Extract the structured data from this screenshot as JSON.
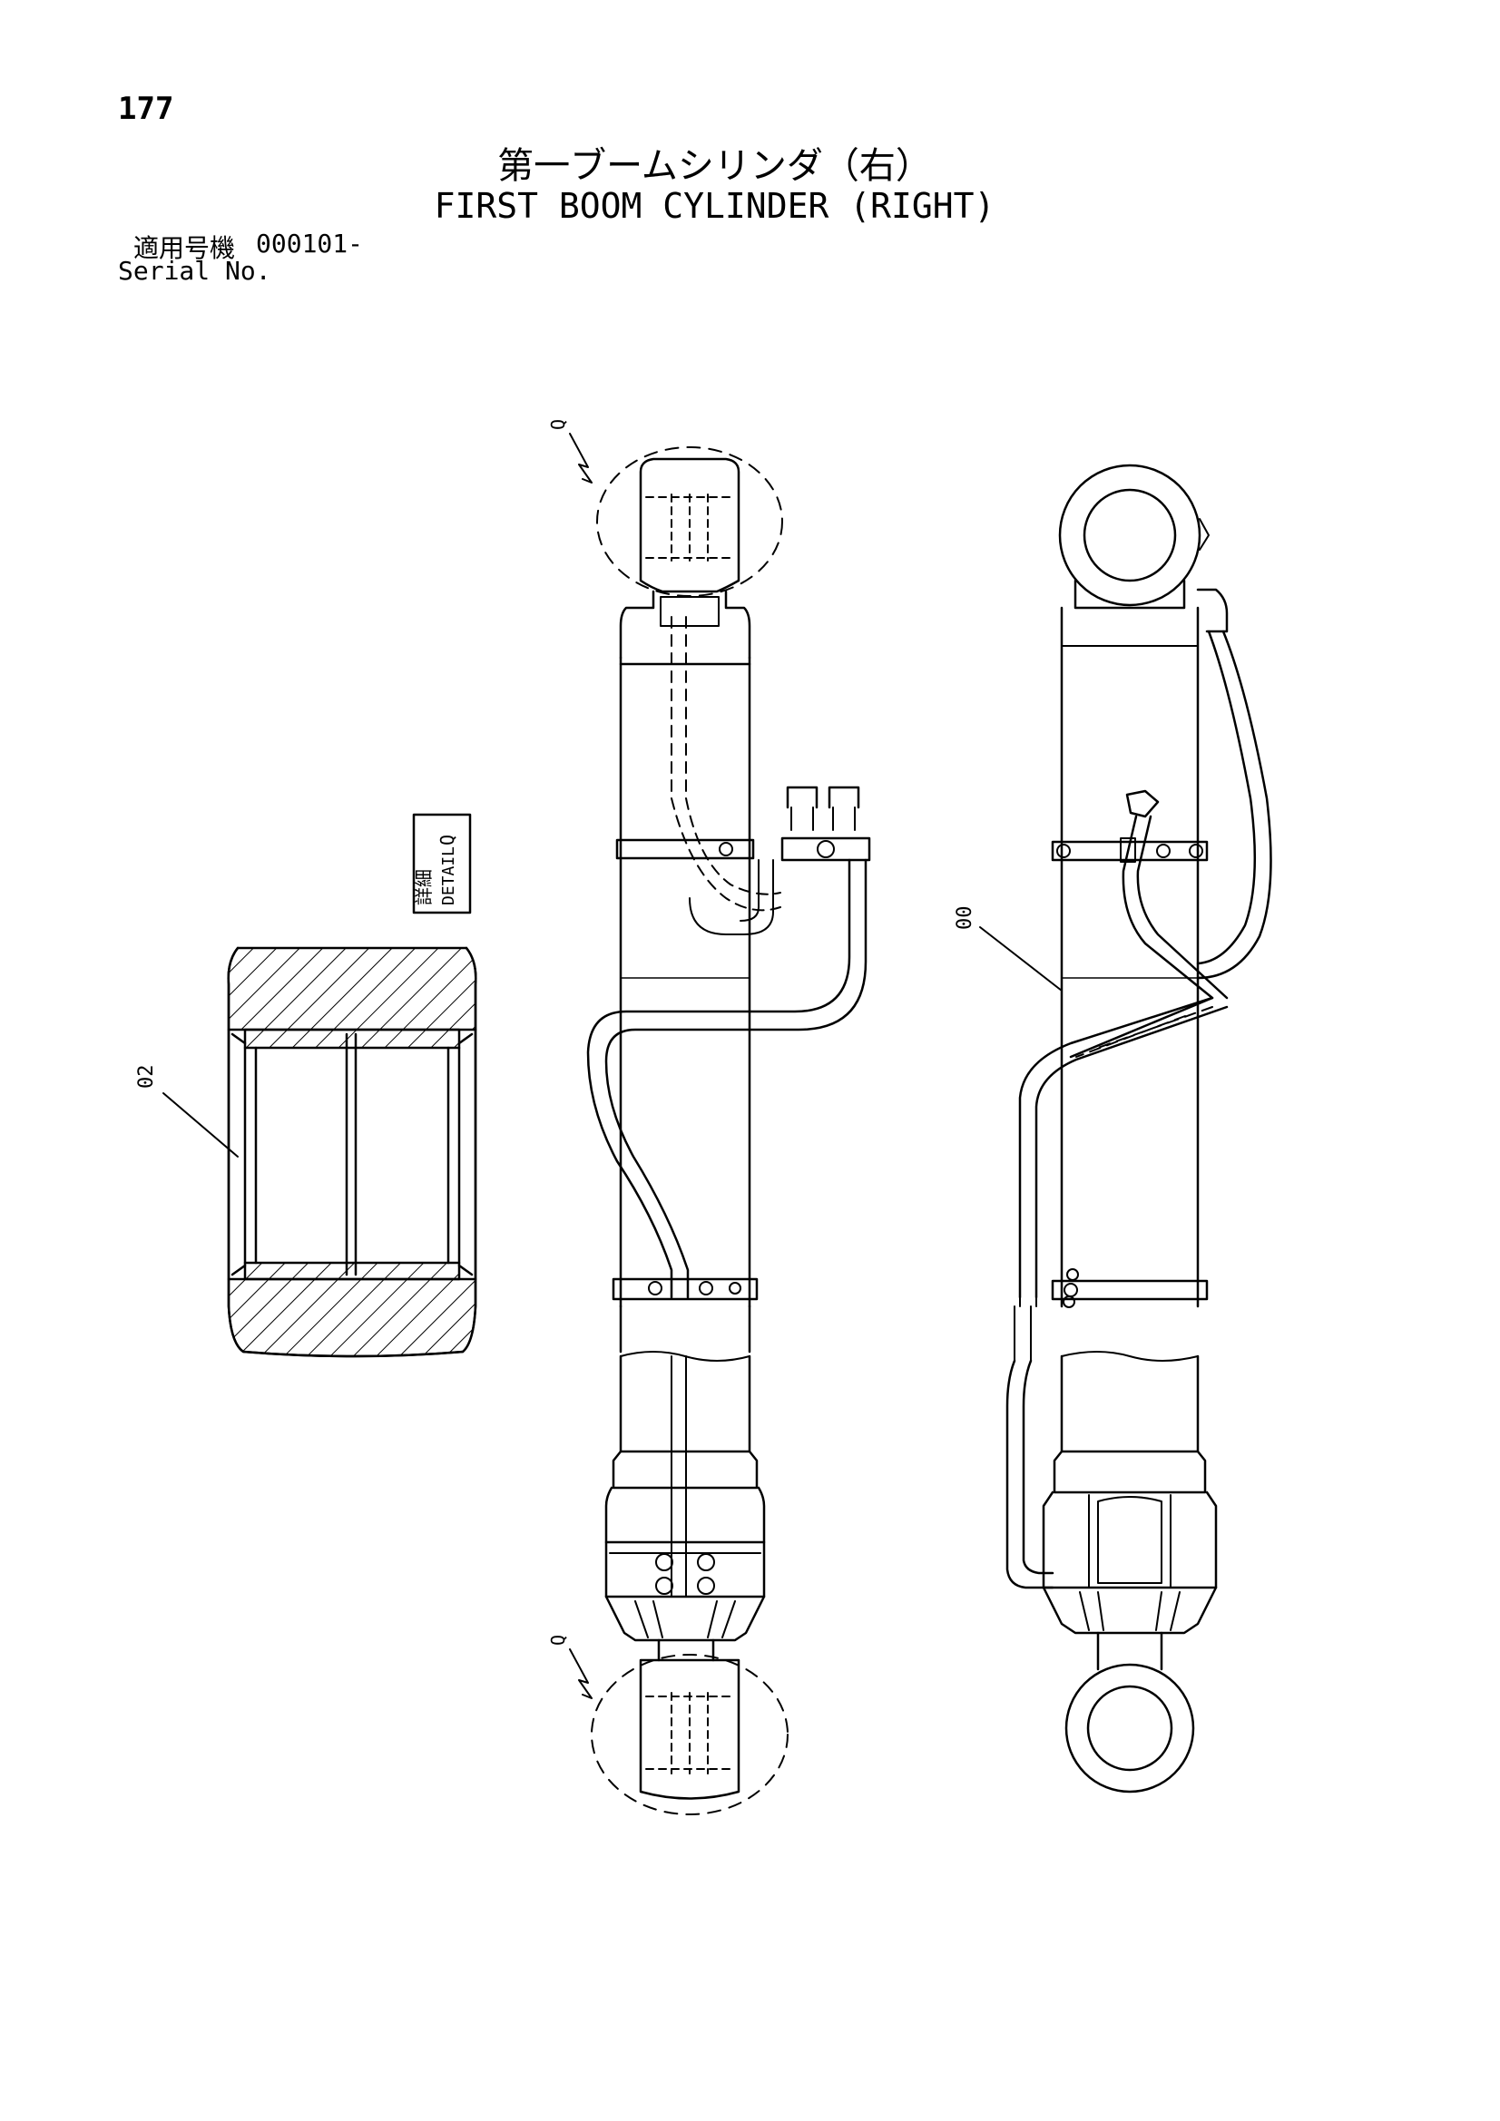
{
  "header": {
    "page_number": "177",
    "title_jp": "第一ブームシリンダ（右）",
    "title_en": "FIRST BOOM CYLINDER (RIGHT)",
    "serial_label_jp": "適用号機",
    "serial_value": "000101-",
    "serial_label_en": "Serial No."
  },
  "diagram": {
    "detail_tag": {
      "jp": "詳細",
      "en": "DETAIL",
      "letter": "Q"
    },
    "callouts": {
      "detail_top": "Q",
      "detail_bottom": "Q",
      "part_main": "00",
      "part_detail": "02"
    }
  }
}
